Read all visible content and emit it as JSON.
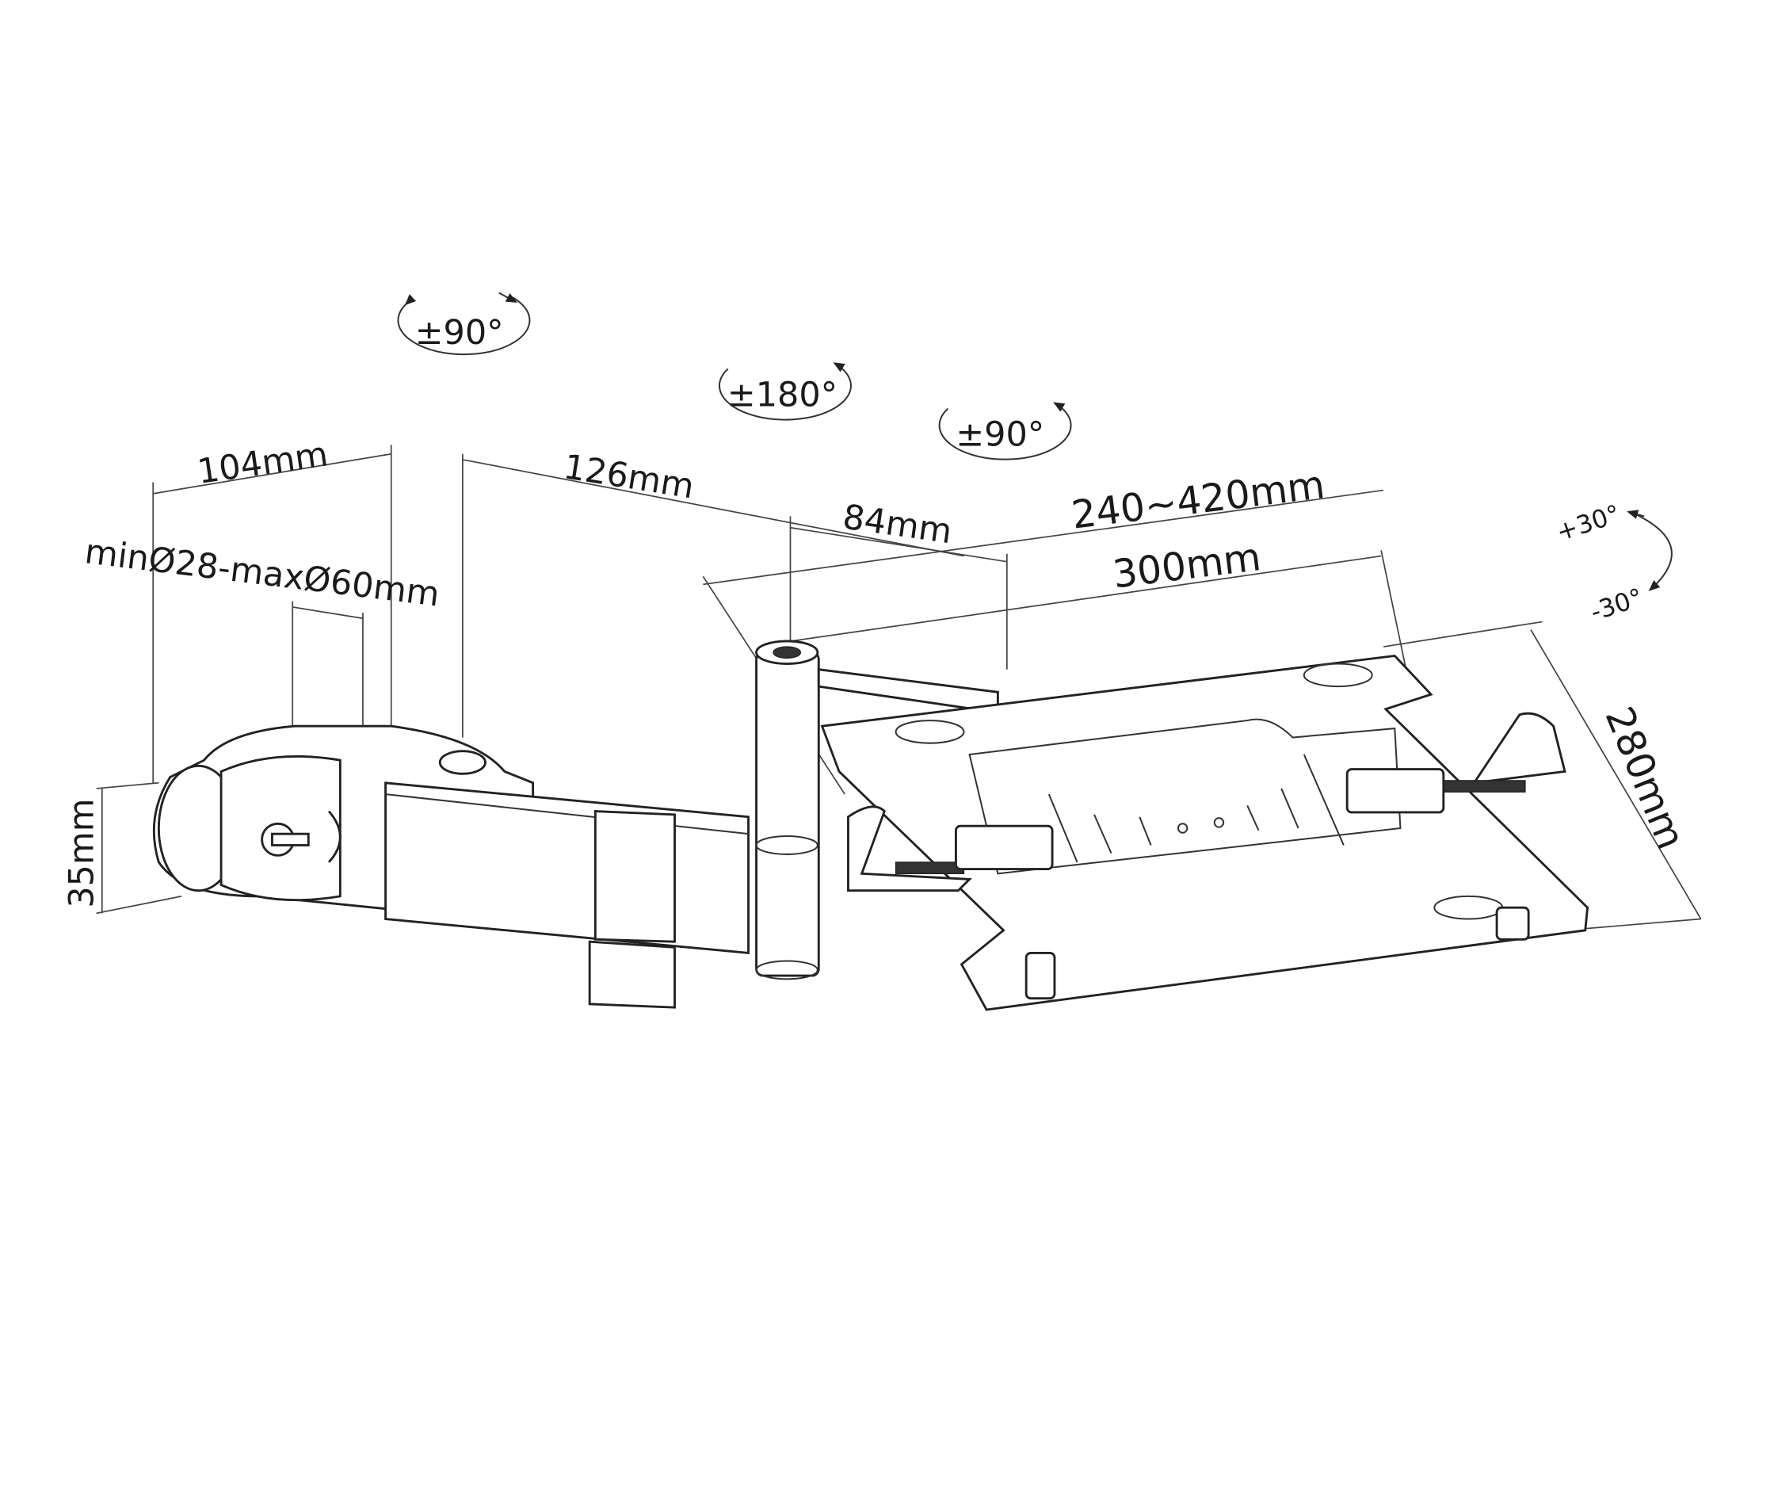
{
  "rotation_labels": {
    "clamp_swivel": "±90°",
    "arm_swivel": "±180°",
    "tray_swivel": "±90°",
    "tilt_up": "+30°",
    "tilt_down": "-30°"
  },
  "dimensions": {
    "clamp_depth": "104mm",
    "arm_length": "126mm",
    "joint_length": "84mm",
    "pole_diameter": "minØ28-maxØ60mm",
    "tray_adjustable_width": "240~420mm",
    "tray_width": "300mm",
    "tray_depth": "280mm",
    "clamp_height": "35mm"
  }
}
